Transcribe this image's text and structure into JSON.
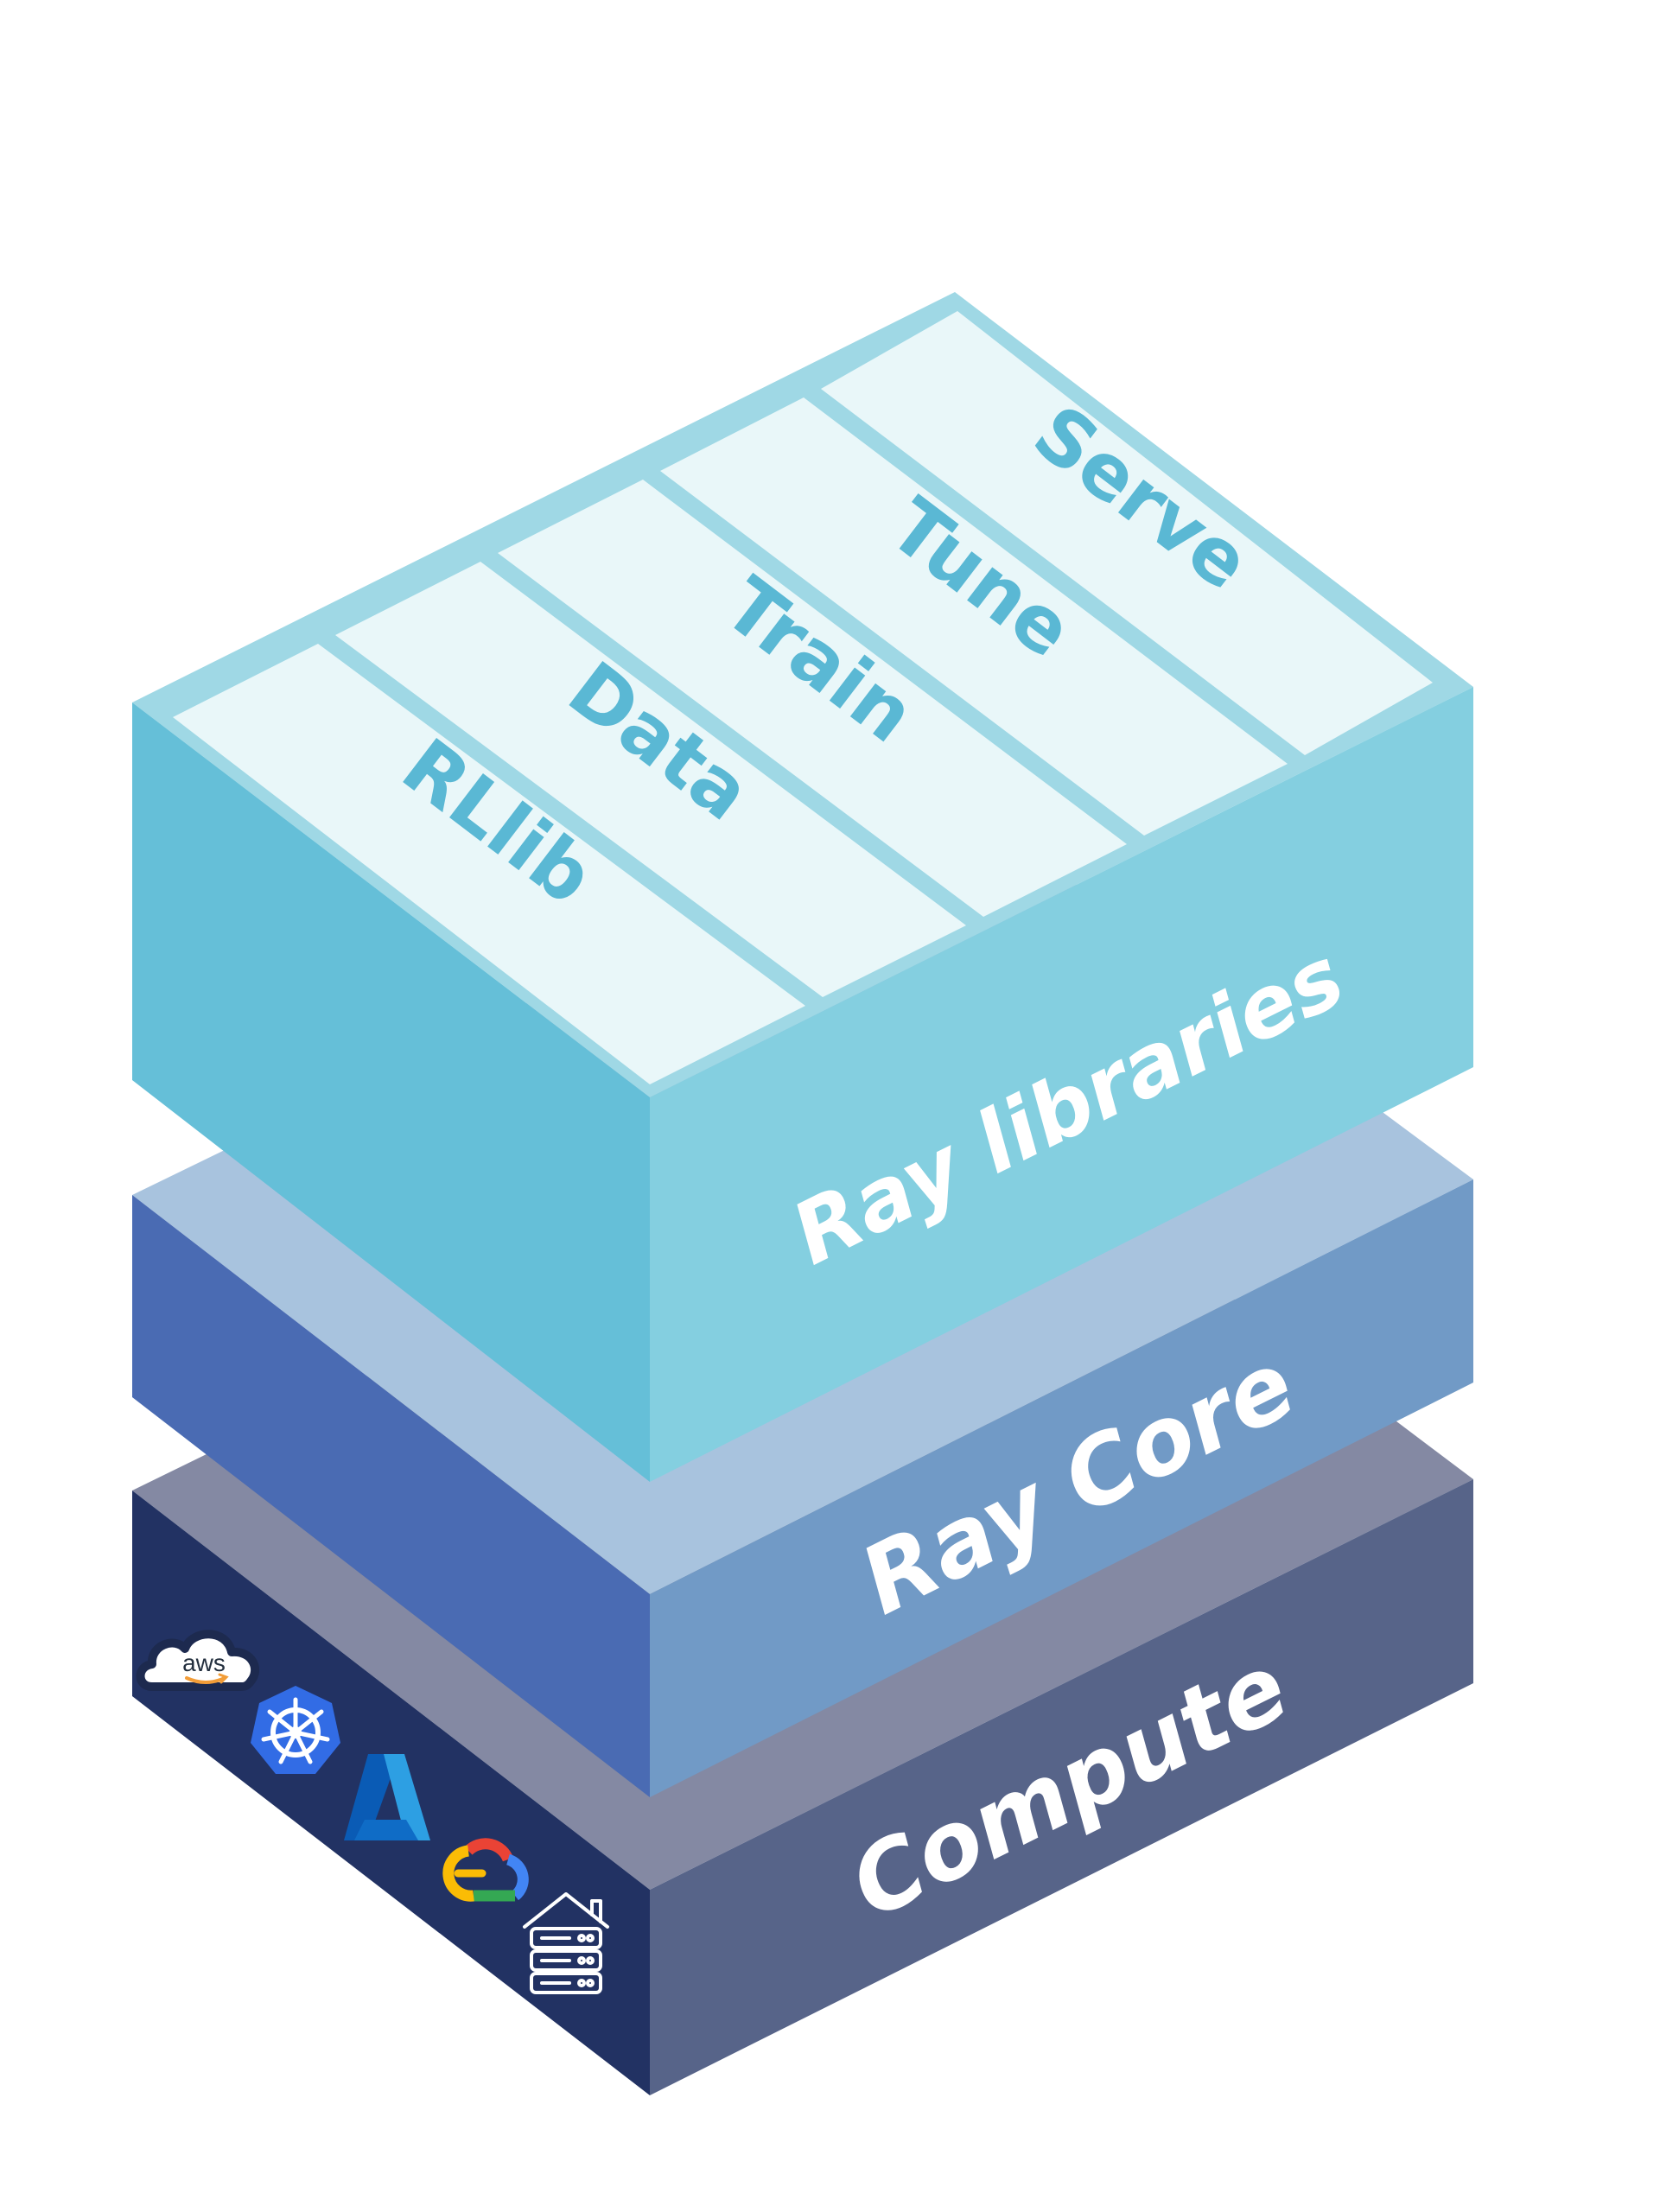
{
  "layers": {
    "compute": {
      "label": "Compute",
      "colors": {
        "top": "#8489a3",
        "left": "#223263",
        "right": "#576489",
        "text": "#ffffff"
      }
    },
    "core": {
      "label": "Ray Core",
      "colors": {
        "top": "#a8c3de",
        "left": "#4a6bb3",
        "right": "#719ac6",
        "text": "#ffffff"
      }
    },
    "libraries": {
      "label": "Ray libraries",
      "colors": {
        "top": "#9fd8e5",
        "left": "#65bfd8",
        "right": "#84cfe0",
        "tile": "#e9f7f9",
        "text": "#ffffff",
        "lib_text": "#5ab8d4"
      },
      "items": [
        "RLlib",
        "Data",
        "Train",
        "Tune",
        "Serve"
      ]
    }
  },
  "providers": {
    "aws_text": "aws",
    "icons": [
      "aws-icon",
      "kubernetes-icon",
      "azure-icon",
      "google-cloud-icon",
      "on-premise-server-icon"
    ]
  }
}
